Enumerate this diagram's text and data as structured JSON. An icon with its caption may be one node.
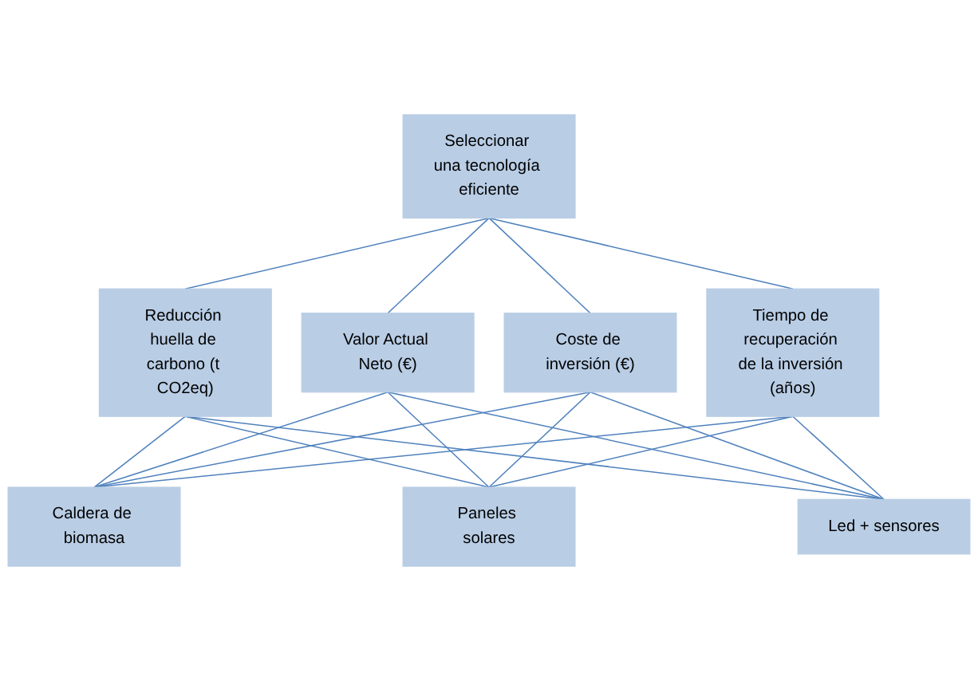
{
  "diagram": {
    "nodes": [
      {
        "text": [
          "Seleccionar una tecnología eficiente"
        ]
      },
      {
        "text": [
          "Reducción huella de carbono (t CO2eq)"
        ]
      },
      {
        "text": [
          "Valor Actual Neto (€)"
        ]
      },
      {
        "text": [
          "Coste de inversión (€)"
        ]
      },
      {
        "text": [
          "Tiempo de recuperación de la inversión (años)"
        ]
      },
      {
        "text": [
          "Caldera de biomasa"
        ]
      },
      {
        "text": [
          "Paneles solares"
        ]
      },
      {
        "text": [
          "Led + sensores"
        ]
      }
    ],
    "edges": [
      {
        "from": 0,
        "to": 1,
        "arrow": "none"
      },
      {
        "from": 0,
        "to": 2,
        "arrow": "none"
      },
      {
        "from": 0,
        "to": 3,
        "arrow": "none"
      },
      {
        "from": 0,
        "to": 4,
        "arrow": "none"
      },
      {
        "from": 1,
        "to": 5,
        "arrow": "none"
      },
      {
        "from": 1,
        "to": 6,
        "arrow": "none"
      },
      {
        "from": 1,
        "to": 7,
        "arrow": "none"
      },
      {
        "from": 2,
        "to": 5,
        "arrow": "none"
      },
      {
        "from": 2,
        "to": 6,
        "arrow": "none"
      },
      {
        "from": 2,
        "to": 7,
        "arrow": "none"
      },
      {
        "from": 3,
        "to": 5,
        "arrow": "none"
      },
      {
        "from": 3,
        "to": 6,
        "arrow": "none"
      },
      {
        "from": 3,
        "to": 7,
        "arrow": "none"
      },
      {
        "from": 4,
        "to": 5,
        "arrow": "none"
      },
      {
        "from": 4,
        "to": 6,
        "arrow": "none"
      },
      {
        "from": 4,
        "to": 7,
        "arrow": "none"
      }
    ]
  }
}
